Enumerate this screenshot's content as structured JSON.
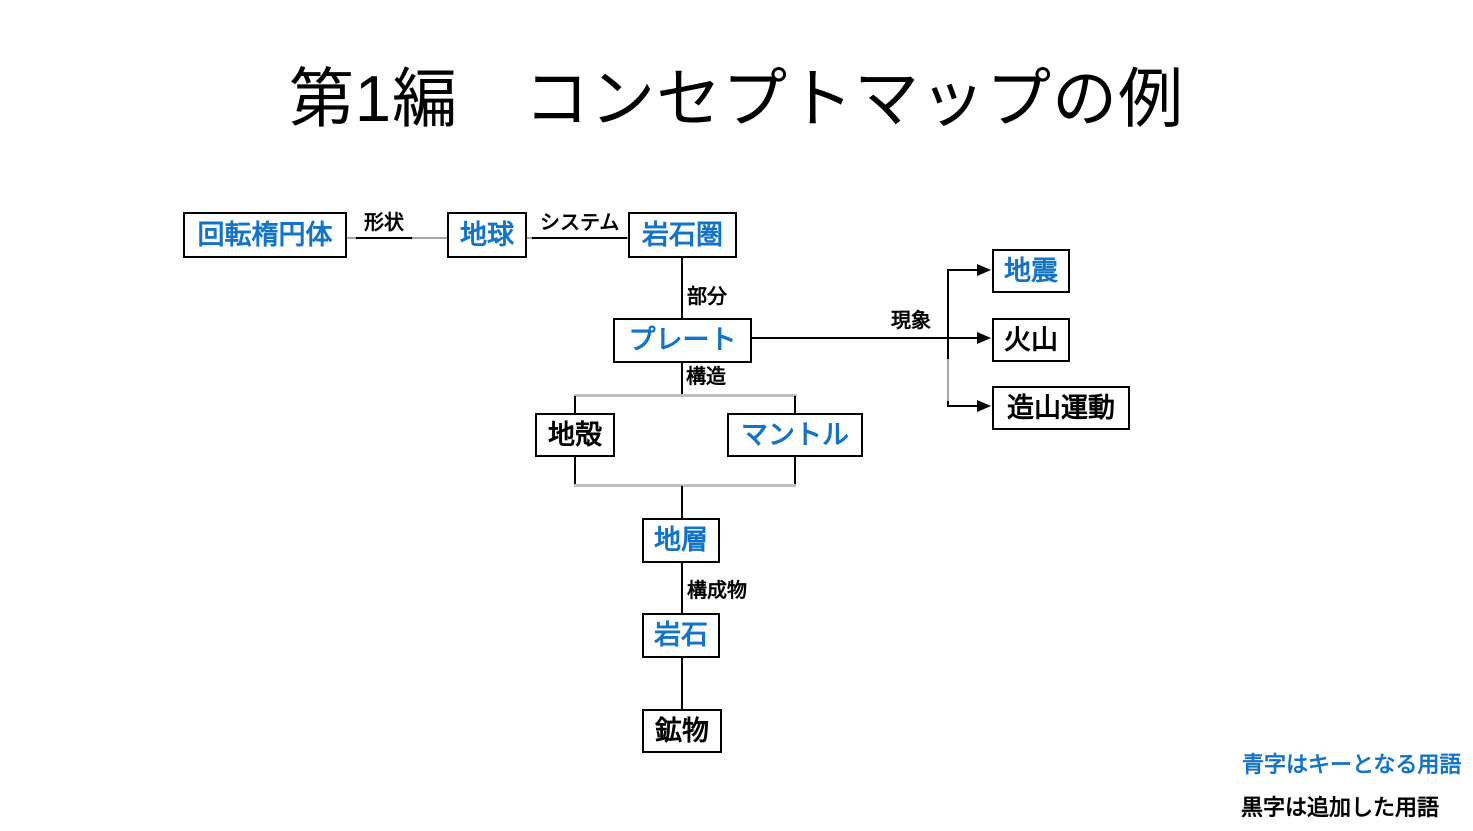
{
  "title": "第1編　コンセプトマップの例",
  "colors": {
    "key_term_blue": "#1374c5",
    "added_term_black": "#000000",
    "connector_gray": "#a6a6a6",
    "bar_gray": "#c0c0c0",
    "line_black": "#000000"
  },
  "diagram": {
    "nodes": [
      {
        "label": "回転楕円体",
        "type": "key"
      },
      {
        "label": "地球",
        "type": "key"
      },
      {
        "label": "岩石圏",
        "type": "key"
      },
      {
        "label": "プレート",
        "type": "key"
      },
      {
        "label": "地震",
        "type": "key"
      },
      {
        "label": "火山",
        "type": "added"
      },
      {
        "label": "造山運動",
        "type": "added"
      },
      {
        "label": "地殻",
        "type": "added"
      },
      {
        "label": "マントル",
        "type": "key"
      },
      {
        "label": "地層",
        "type": "key"
      },
      {
        "label": "岩石",
        "type": "key"
      },
      {
        "label": "鉱物",
        "type": "added"
      }
    ],
    "edge_labels": {
      "shape": "形状",
      "system": "システム",
      "part": "部分",
      "phenomenon": "現象",
      "structure": "構造",
      "constituent": "構成物"
    }
  },
  "legend": {
    "key_terms": "青字はキーとなる用語",
    "added_terms": "黒字は追加した用語"
  }
}
